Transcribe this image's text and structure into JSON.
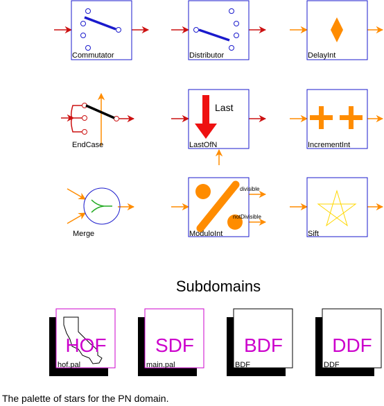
{
  "stars": [
    {
      "label": "Commutator"
    },
    {
      "label": "Distributor"
    },
    {
      "label": "DelayInt"
    },
    {
      "label": "EndCase"
    },
    {
      "label": "LastOfN",
      "icon_text": "Last"
    },
    {
      "label": "IncrementInt"
    },
    {
      "label": "Merge"
    },
    {
      "label": "ModuloInt",
      "port_divisible": "divisible",
      "port_not_divisible": "notDivisible"
    },
    {
      "label": "Sift"
    }
  ],
  "subdomains_title": "Subdomains",
  "palettes": [
    {
      "big_text": "HOF",
      "label": "hof.pal"
    },
    {
      "big_text": "SDF",
      "label": "main.pal"
    },
    {
      "big_text": "BDF",
      "label": "BDF"
    },
    {
      "big_text": "DDF",
      "label": "DDF"
    }
  ],
  "caption": "The palette of stars for the PN domain.",
  "colors": {
    "box_border": "#1a1acc",
    "arrow_red": "#cc1111",
    "port_orange": "#ff8c00",
    "icon_blue": "#1a1acc",
    "palette_magenta": "#cc00cc",
    "shadow": "#000000"
  }
}
